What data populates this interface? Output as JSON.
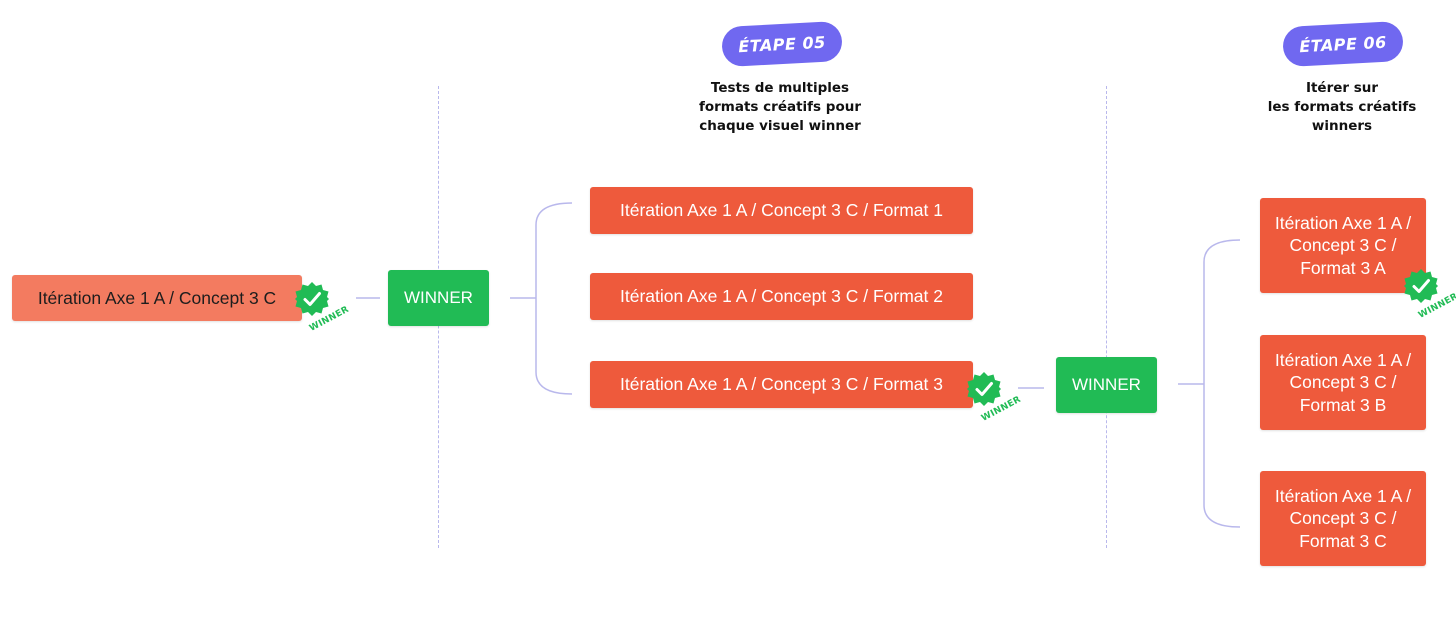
{
  "steps": [
    {
      "badge": "ÉTAPE 05",
      "description": "Tests de multiples\nformats créatifs pour\nchaque visuel winner"
    },
    {
      "badge": "ÉTAPE 06",
      "description": "Itérer sur\nles formats créatifs\nwinners"
    }
  ],
  "source_card": "Itération Axe 1 A / Concept 3 C",
  "winner_label": "WINNER",
  "seal_label": "WINNER",
  "format_cards": [
    "Itération Axe 1 A / Concept 3 C / Format 1",
    "Itération Axe 1 A / Concept 3 C / Format 2",
    "Itération Axe 1 A / Concept 3 C / Format 3"
  ],
  "variant_cards": [
    "Itération Axe 1 A /\nConcept 3 C /\nFormat 3 A",
    "Itération Axe 1 A /\nConcept 3 C /\nFormat 3 B",
    "Itération Axe 1 A /\nConcept 3 C /\nFormat 3 C"
  ],
  "colors": {
    "card": "#ee5a3c",
    "card_light": "#f37b60",
    "winner": "#21bb55",
    "badge": "#7068f0",
    "connector": "#b9b8ec"
  }
}
